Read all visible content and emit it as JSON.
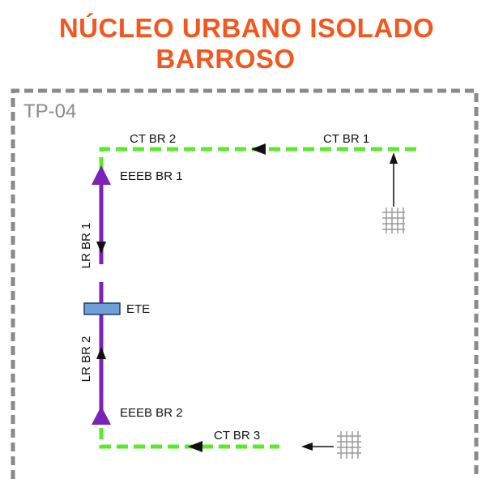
{
  "title": {
    "line1": "NÚCLEO URBANO ISOLADO",
    "line2": "BARROSO"
  },
  "frame": {
    "label": "TP-04"
  },
  "diagram": {
    "nodes": {
      "ct_br_1": "CT BR 1",
      "ct_br_2": "CT BR 2",
      "ct_br_3": "CT BR 3",
      "eeeb_br_1": "EEEB BR 1",
      "eeeb_br_2": "EEEB BR 2",
      "lr_br_1": "LR BR 1",
      "lr_br_2": "LR BR 2",
      "ete": "ETE"
    },
    "colors": {
      "title": "#f4571e",
      "gravity_collector": "#5bea2b",
      "pressure_line": "#7b22b8",
      "frame": "#8a8a8a",
      "ete_fill": "#6f9fd6",
      "ete_stroke": "#1f3f70",
      "grid_icon": "#9a9a9a"
    },
    "icons": [
      "locality-grid-icon",
      "flow-arrow-icon",
      "pump-triangle-icon"
    ]
  }
}
